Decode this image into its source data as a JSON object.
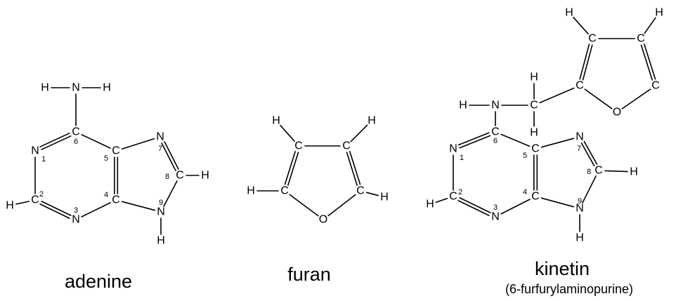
{
  "molecules": [
    {
      "key": "adenine",
      "caption": "adenine",
      "subcaption": "",
      "atoms": [
        {
          "id": "H6a",
          "label": "H"
        },
        {
          "id": "N6",
          "label": "N"
        },
        {
          "id": "H6b",
          "label": "H"
        },
        {
          "id": "C6",
          "label": "C",
          "num": "6"
        },
        {
          "id": "N1",
          "label": "N",
          "num": "1"
        },
        {
          "id": "C5",
          "label": "C",
          "num": "5"
        },
        {
          "id": "N7",
          "label": "N",
          "num": "7"
        },
        {
          "id": "C8",
          "label": "C",
          "num": "8"
        },
        {
          "id": "H8",
          "label": "H"
        },
        {
          "id": "C2",
          "label": "C",
          "num": "2"
        },
        {
          "id": "H2",
          "label": "H"
        },
        {
          "id": "C4",
          "label": "C",
          "num": "4"
        },
        {
          "id": "N3",
          "label": "N",
          "num": "3"
        },
        {
          "id": "N9",
          "label": "N",
          "num": "9"
        },
        {
          "id": "H9",
          "label": "H"
        }
      ]
    },
    {
      "key": "furan",
      "caption": "furan",
      "subcaption": "",
      "atoms": [
        {
          "id": "Ha",
          "label": "H"
        },
        {
          "id": "Hb",
          "label": "H"
        },
        {
          "id": "Ca",
          "label": "C"
        },
        {
          "id": "Cb",
          "label": "C"
        },
        {
          "id": "Hc",
          "label": "H"
        },
        {
          "id": "Cc",
          "label": "C"
        },
        {
          "id": "Cd",
          "label": "C"
        },
        {
          "id": "Hd",
          "label": "H"
        },
        {
          "id": "O",
          "label": "O"
        }
      ]
    },
    {
      "key": "kinetin",
      "caption": "kinetin",
      "subcaption": "(6-furfurylaminopurine)",
      "atoms": [
        {
          "id": "H6",
          "label": "H"
        },
        {
          "id": "N6",
          "label": "N"
        },
        {
          "id": "CH2",
          "label": "C"
        },
        {
          "id": "Hm1",
          "label": "H"
        },
        {
          "id": "Hm2",
          "label": "H"
        },
        {
          "id": "Cf2",
          "label": "C"
        },
        {
          "id": "Cf3",
          "label": "C"
        },
        {
          "id": "Cf4",
          "label": "C"
        },
        {
          "id": "Hf3",
          "label": "H"
        },
        {
          "id": "Hf4",
          "label": "H"
        },
        {
          "id": "Cf5",
          "label": "C"
        },
        {
          "id": "Of",
          "label": "O"
        },
        {
          "id": "C6",
          "label": "C",
          "num": "6"
        },
        {
          "id": "N1",
          "label": "N",
          "num": "1"
        },
        {
          "id": "C5",
          "label": "C",
          "num": "5"
        },
        {
          "id": "N7",
          "label": "N",
          "num": "7"
        },
        {
          "id": "C8",
          "label": "C",
          "num": "8"
        },
        {
          "id": "H8",
          "label": "H"
        },
        {
          "id": "C2",
          "label": "C",
          "num": "2"
        },
        {
          "id": "H2",
          "label": "H"
        },
        {
          "id": "C4",
          "label": "C",
          "num": "4"
        },
        {
          "id": "N3",
          "label": "N",
          "num": "3"
        },
        {
          "id": "N9",
          "label": "N",
          "num": "9"
        },
        {
          "id": "H9",
          "label": "H"
        }
      ]
    }
  ]
}
